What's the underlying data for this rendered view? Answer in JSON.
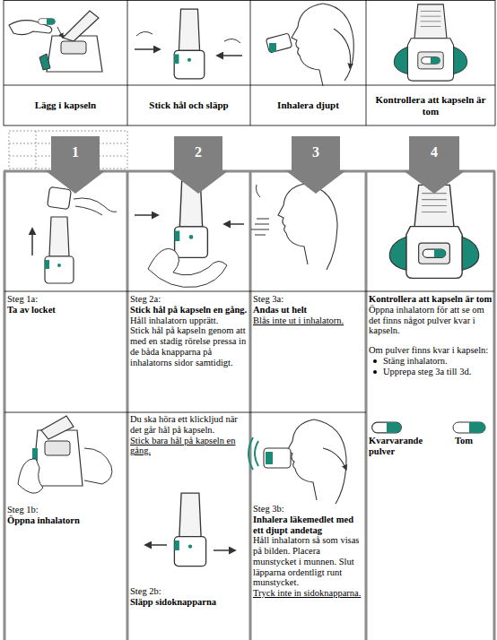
{
  "diagram": {
    "nodes": [
      {
        "text": [
          "Lägg i kapseln"
        ]
      },
      {
        "text": [
          "Stick hål och släpp"
        ]
      },
      {
        "text": [
          "Inhalera djupt"
        ]
      },
      {
        "text": [
          "Kontrollera att kapseln är tom"
        ]
      },
      {
        "text": [
          "1"
        ]
      },
      {
        "text": [
          "2"
        ]
      },
      {
        "text": [
          "3"
        ]
      },
      {
        "text": [
          "4"
        ]
      },
      {
        "text": [
          "Steg 1a:",
          "Ta av locket"
        ]
      },
      {
        "text": [
          "Steg 2a:",
          "Stick hål på kapseln en gång.",
          "Håll inhalatorn upprätt.",
          "Stick hål på kapseln genom att med en stadig rörelse pressa in de båda knapparna på inhalatorns sidor samtidigt."
        ]
      },
      {
        "text": [
          "Steg 3a:",
          "Andas ut helt",
          "Blås inte ut i inhalatorn."
        ]
      },
      {
        "text": [
          "Kontrollera att kapseln är tom",
          "Öppna inhalatorn för att se om det finns något pulver kvar i kapseln.",
          "Om pulver finns kvar i kapseln:",
          "Stäng inhalatorn.",
          "Upprepa steg 3a till 3d.",
          "Kvarvarande pulver",
          "Tom"
        ]
      },
      {
        "text": [
          "Du ska höra ett klickljud när det går hål på kapseln.",
          "Stick bara hål på kapseln en gång."
        ]
      },
      {
        "text": [
          "Steg 1b:",
          "Öppna inhalatorn"
        ]
      },
      {
        "text": [
          "Steg 3b:",
          "Inhalera läkemedlet med ett djupt andetag",
          "Håll inhalatorn så som visas på bilden. Placera munstycket i munnen. Slut läpparna ordentligt runt munstycket.",
          "Tryck inte in sidoknapparna."
        ]
      },
      {
        "text": [
          "Steg 2b:",
          "Släpp sidoknapparna"
        ]
      }
    ]
  }
}
